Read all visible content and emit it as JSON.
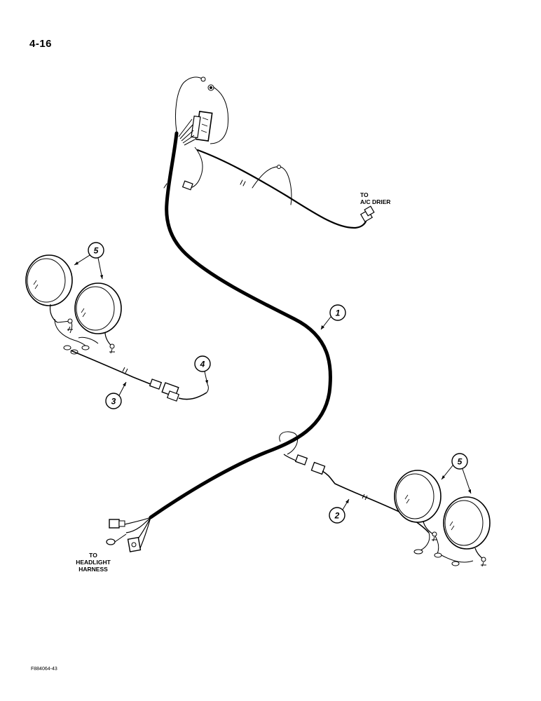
{
  "page": {
    "number": "4-16",
    "figure_code": "F884064-43"
  },
  "labels": {
    "to_ac_drier_line1": "TO",
    "to_ac_drier_line2": "A/C DRIER",
    "to_headlight_line1": "TO",
    "to_headlight_line2": "HEADLIGHT",
    "to_headlight_line3": "HARNESS"
  },
  "callouts": {
    "c1": "1",
    "c2": "2",
    "c3": "3",
    "c4": "4",
    "c5_left": "5",
    "c5_right": "5"
  }
}
